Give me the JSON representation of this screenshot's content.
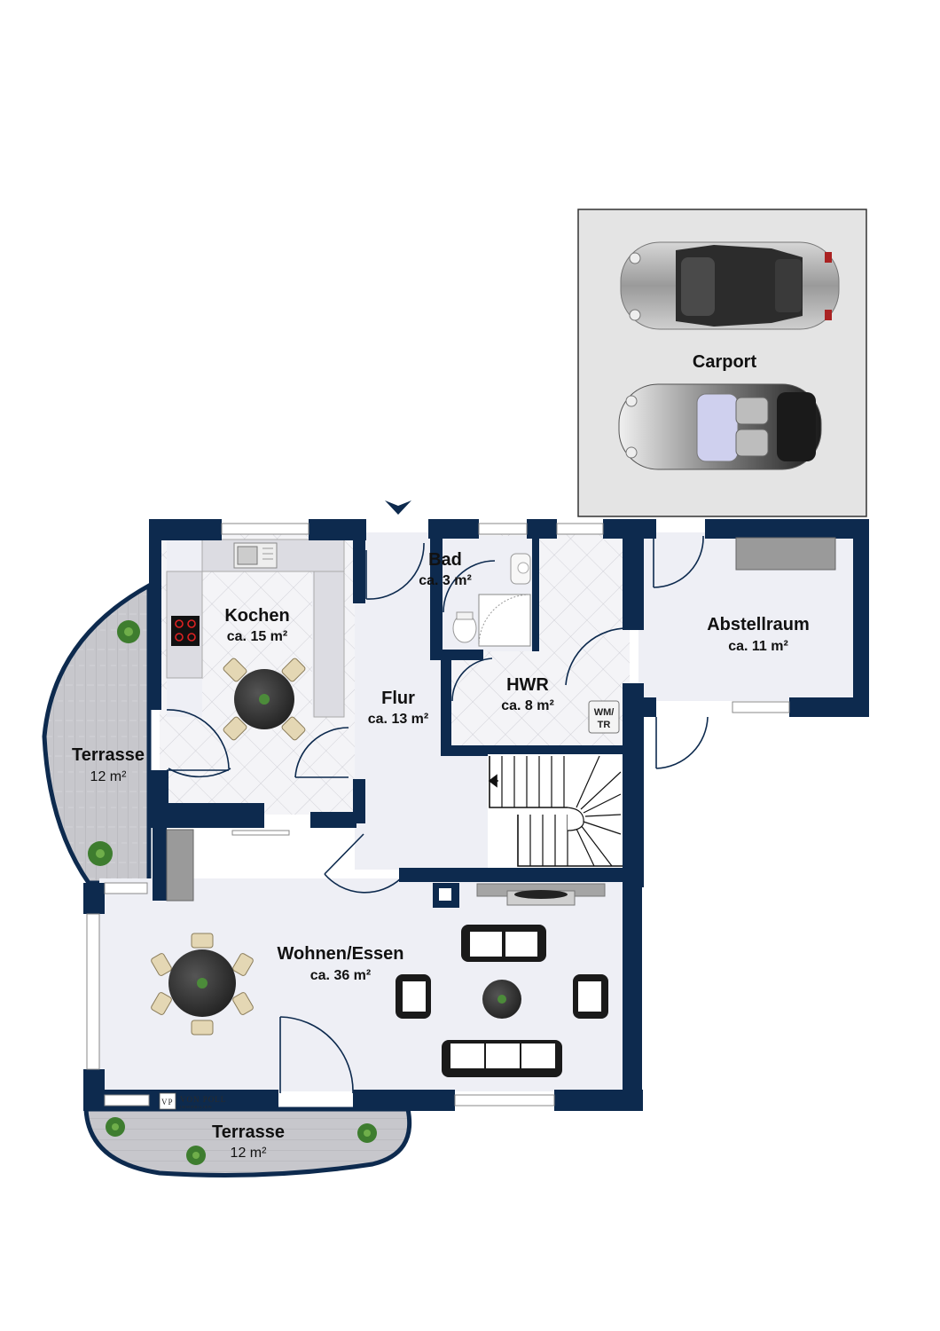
{
  "colors": {
    "wall": "#0d2a4e",
    "floor": "#eeeff5",
    "tile": "#f3f3f6",
    "deck": "#c9c9cd",
    "carport": "#e4e4e4"
  },
  "rooms": {
    "kochen": {
      "name": "Kochen",
      "area": "ca. 15 m²"
    },
    "bad": {
      "name": "Bad",
      "area": "ca. 3 m²"
    },
    "flur": {
      "name": "Flur",
      "area": "ca. 13 m²"
    },
    "hwr": {
      "name": "HWR",
      "area": "ca. 8 m²"
    },
    "abstellraum": {
      "name": "Abstellraum",
      "area": "ca. 11 m²"
    },
    "wohnen": {
      "name": "Wohnen/Essen",
      "area": "ca. 36 m²"
    },
    "terrasse_left": {
      "name": "Terrasse",
      "area": "12 m²"
    },
    "terrasse_bottom": {
      "name": "Terrasse",
      "area": "12 m²"
    },
    "carport": {
      "name": "Carport"
    }
  },
  "labels": {
    "wm_line1": "WM/",
    "wm_line2": "TR"
  },
  "logo": {
    "mark": "VP",
    "line1": "VON POLL",
    "line2": "IMMOBILIEN"
  },
  "icons": {
    "entrance": "entrance-arrow-icon",
    "plant": "plant-icon",
    "car": "car-icon",
    "cooktop": "cooktop-icon",
    "sink": "sink-icon"
  }
}
